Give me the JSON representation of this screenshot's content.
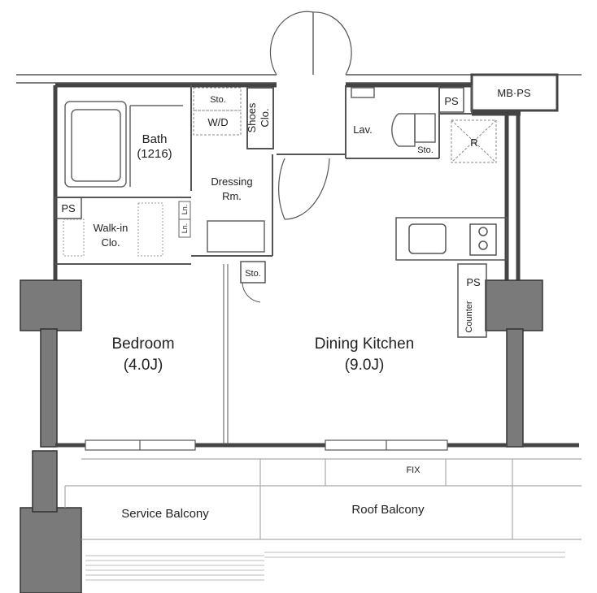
{
  "rooms": {
    "bedroom": {
      "name": "Bedroom",
      "size": "(4.0J)"
    },
    "dining_kitchen": {
      "name": "Dining Kitchen",
      "size": "(9.0J)"
    },
    "bath": {
      "name": "Bath",
      "size": "(1216)"
    },
    "dressing": {
      "line1": "Dressing",
      "line2": "Rm."
    },
    "walk_in": {
      "line1": "Walk-in",
      "line2": "Clo."
    },
    "shoes": {
      "line1": "Shoes",
      "line2": "Clo."
    },
    "lav": "Lav.",
    "wd": "W/D",
    "sto_top": "Sto.",
    "sto_lav": "Sto.",
    "sto_mid": "Sto.",
    "ln1": "Ln.",
    "ln2": "Ln.",
    "ps_left": "PS",
    "ps_top": "PS",
    "ps_right": "PS",
    "mbps": "MB·PS",
    "r": "R",
    "counter": "Counter",
    "fix": "FIX",
    "service_balcony": "Service Balcony",
    "roof_balcony": "Roof Balcony"
  },
  "colors": {
    "wall": "#444444",
    "column": "#7a7a7a",
    "line": "#555555",
    "light": "#bdbdbd"
  }
}
